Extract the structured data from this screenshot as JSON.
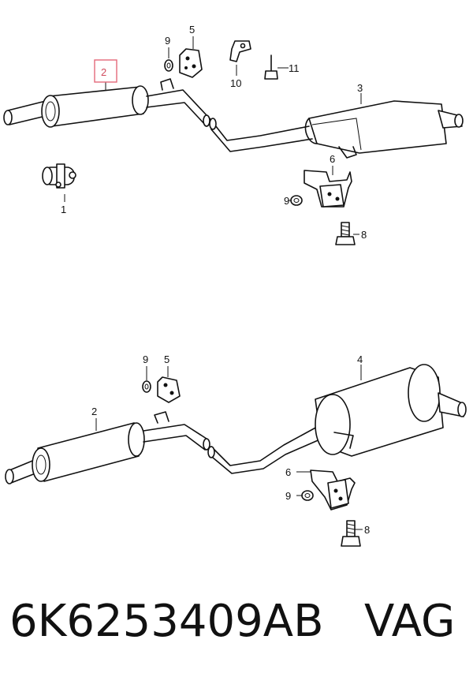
{
  "diagram": {
    "top_assembly": {
      "callouts": {
        "c1": "1",
        "c2": "2",
        "c3": "3",
        "c5": "5",
        "c6": "6",
        "c8": "8",
        "c9a": "9",
        "c9b": "9",
        "c10": "10",
        "c11": "11"
      },
      "highlighted_callout": "c2",
      "highlight_color": "#e36a7a"
    },
    "bottom_assembly": {
      "callouts": {
        "c2": "2",
        "c4": "4",
        "c5": "5",
        "c6": "6",
        "c8": "8",
        "c9a": "9",
        "c9b": "9"
      }
    }
  },
  "footer": {
    "part_number": "6K6253409AB",
    "brand": "VAG"
  }
}
